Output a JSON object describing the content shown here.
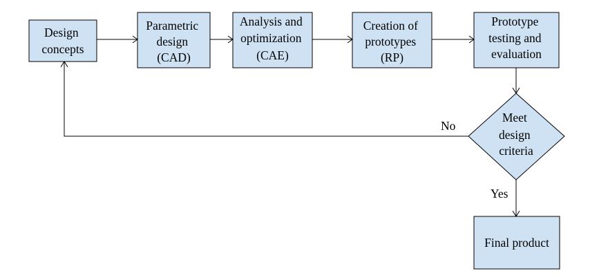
{
  "nodes": {
    "design_concepts": {
      "lines": [
        "Design",
        "concepts"
      ]
    },
    "parametric_design": {
      "lines": [
        "Parametric",
        "design",
        "(CAD)"
      ]
    },
    "analysis_optimization": {
      "lines": [
        "Analysis and",
        "optimization",
        "(CAE)"
      ]
    },
    "creation_prototypes": {
      "lines": [
        "Creation of",
        "prototypes",
        "(RP)"
      ]
    },
    "prototype_testing": {
      "lines": [
        "Prototype",
        "testing and",
        "evaluation"
      ]
    },
    "meet_criteria": {
      "lines": [
        "Meet",
        "design",
        "criteria"
      ]
    },
    "final_product": {
      "lines": [
        "Final product"
      ]
    }
  },
  "edges": {
    "no_label": "No",
    "yes_label": "Yes"
  },
  "colors": {
    "box_fill": "#cfe2f3",
    "stroke": "#000000"
  }
}
